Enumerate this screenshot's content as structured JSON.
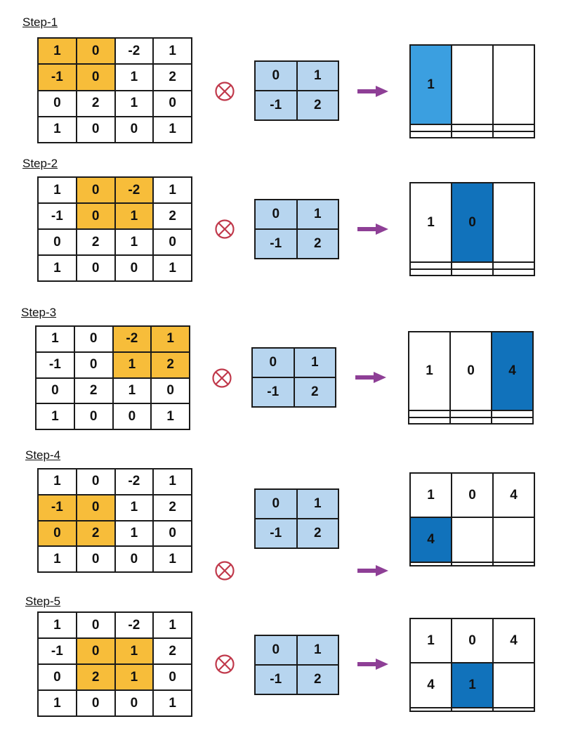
{
  "diagram": {
    "title": "2D convolution sliding window steps",
    "colors": {
      "window_highlight": "#f7bd3a",
      "kernel_fill": "#b7d5ef",
      "output_current": "#1172bb",
      "output_current_step1": "#3b9fe0",
      "operator_color": "#c0394b",
      "arrow_color": "#8e3f96"
    },
    "input_matrix": [
      [
        1,
        0,
        -2,
        1
      ],
      [
        -1,
        0,
        1,
        2
      ],
      [
        0,
        2,
        1,
        0
      ],
      [
        1,
        0,
        0,
        1
      ]
    ],
    "kernel": [
      [
        0,
        1
      ],
      [
        -1,
        2
      ]
    ],
    "operator_icon": "circled-times-icon",
    "arrow_icon": "right-arrow-icon"
  },
  "steps": [
    {
      "label": "Step-1",
      "input": [
        [
          "1",
          "0",
          "-2",
          "1"
        ],
        [
          "-1",
          "0",
          "1",
          "2"
        ],
        [
          "0",
          "2",
          "1",
          "0"
        ],
        [
          "1",
          "0",
          "0",
          "1"
        ]
      ],
      "window": {
        "row": 0,
        "col": 0
      },
      "kernel": [
        [
          "0",
          "1"
        ],
        [
          "-1",
          "2"
        ]
      ],
      "output": [
        [
          "1",
          "",
          ""
        ],
        [
          "",
          "",
          ""
        ],
        [
          "",
          "",
          ""
        ]
      ],
      "current": {
        "row": 0,
        "col": 0
      }
    },
    {
      "label": "Step-2",
      "input": [
        [
          "1",
          "0",
          "-2",
          "1"
        ],
        [
          "-1",
          "0",
          "1",
          "2"
        ],
        [
          "0",
          "2",
          "1",
          "0"
        ],
        [
          "1",
          "0",
          "0",
          "1"
        ]
      ],
      "window": {
        "row": 0,
        "col": 1
      },
      "kernel": [
        [
          "0",
          "1"
        ],
        [
          "-1",
          "2"
        ]
      ],
      "output": [
        [
          "1",
          "0",
          ""
        ],
        [
          "",
          "",
          ""
        ],
        [
          "",
          "",
          ""
        ]
      ],
      "current": {
        "row": 0,
        "col": 1
      }
    },
    {
      "label": "Step-3",
      "input": [
        [
          "1",
          "0",
          "-2",
          "1"
        ],
        [
          "-1",
          "0",
          "1",
          "2"
        ],
        [
          "0",
          "2",
          "1",
          "0"
        ],
        [
          "1",
          "0",
          "0",
          "1"
        ]
      ],
      "window": {
        "row": 0,
        "col": 2
      },
      "kernel": [
        [
          "0",
          "1"
        ],
        [
          "-1",
          "2"
        ]
      ],
      "output": [
        [
          "1",
          "0",
          "4"
        ],
        [
          "",
          "",
          ""
        ],
        [
          "",
          "",
          ""
        ]
      ],
      "current": {
        "row": 0,
        "col": 2
      }
    },
    {
      "label": "Step-4",
      "input": [
        [
          "1",
          "0",
          "-2",
          "1"
        ],
        [
          "-1",
          "0",
          "1",
          "2"
        ],
        [
          "0",
          "2",
          "1",
          "0"
        ],
        [
          "1",
          "0",
          "0",
          "1"
        ]
      ],
      "window": {
        "row": 1,
        "col": 0
      },
      "kernel": [
        [
          "0",
          "1"
        ],
        [
          "-1",
          "2"
        ]
      ],
      "output": [
        [
          "1",
          "0",
          "4"
        ],
        [
          "4",
          "",
          ""
        ],
        [
          "",
          "",
          ""
        ]
      ],
      "current": {
        "row": 1,
        "col": 0
      }
    },
    {
      "label": "Step-5",
      "input": [
        [
          "1",
          "0",
          "-2",
          "1"
        ],
        [
          "-1",
          "0",
          "1",
          "2"
        ],
        [
          "0",
          "2",
          "1",
          "0"
        ],
        [
          "1",
          "0",
          "0",
          "1"
        ]
      ],
      "window": {
        "row": 1,
        "col": 1
      },
      "kernel": [
        [
          "0",
          "1"
        ],
        [
          "-1",
          "2"
        ]
      ],
      "output": [
        [
          "1",
          "0",
          "4"
        ],
        [
          "4",
          "1",
          ""
        ],
        [
          "",
          "",
          ""
        ]
      ],
      "current": {
        "row": 1,
        "col": 1
      }
    }
  ]
}
